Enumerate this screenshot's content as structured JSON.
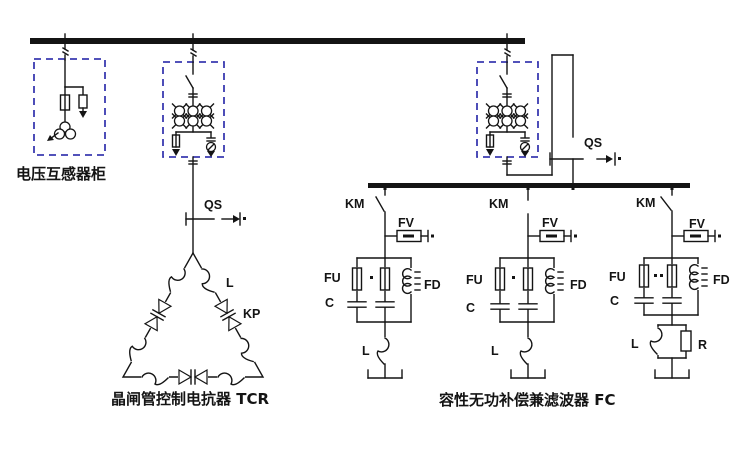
{
  "colors": {
    "line": "#141414",
    "cabinet_border": "#3a3ab0",
    "background": "#ffffff",
    "text": "#141414"
  },
  "captions": {
    "pt_cabinet": "电压互感器柜",
    "tcr": "晶闸管控制电抗器 TCR",
    "fc": "容性无功补偿兼滤波器 FC"
  },
  "labels": {
    "qs": "QS",
    "km": "KM",
    "fv": "FV",
    "fu": "FU",
    "c": "C",
    "fd": "FD",
    "l": "L",
    "kp": "KP",
    "r": "R"
  }
}
